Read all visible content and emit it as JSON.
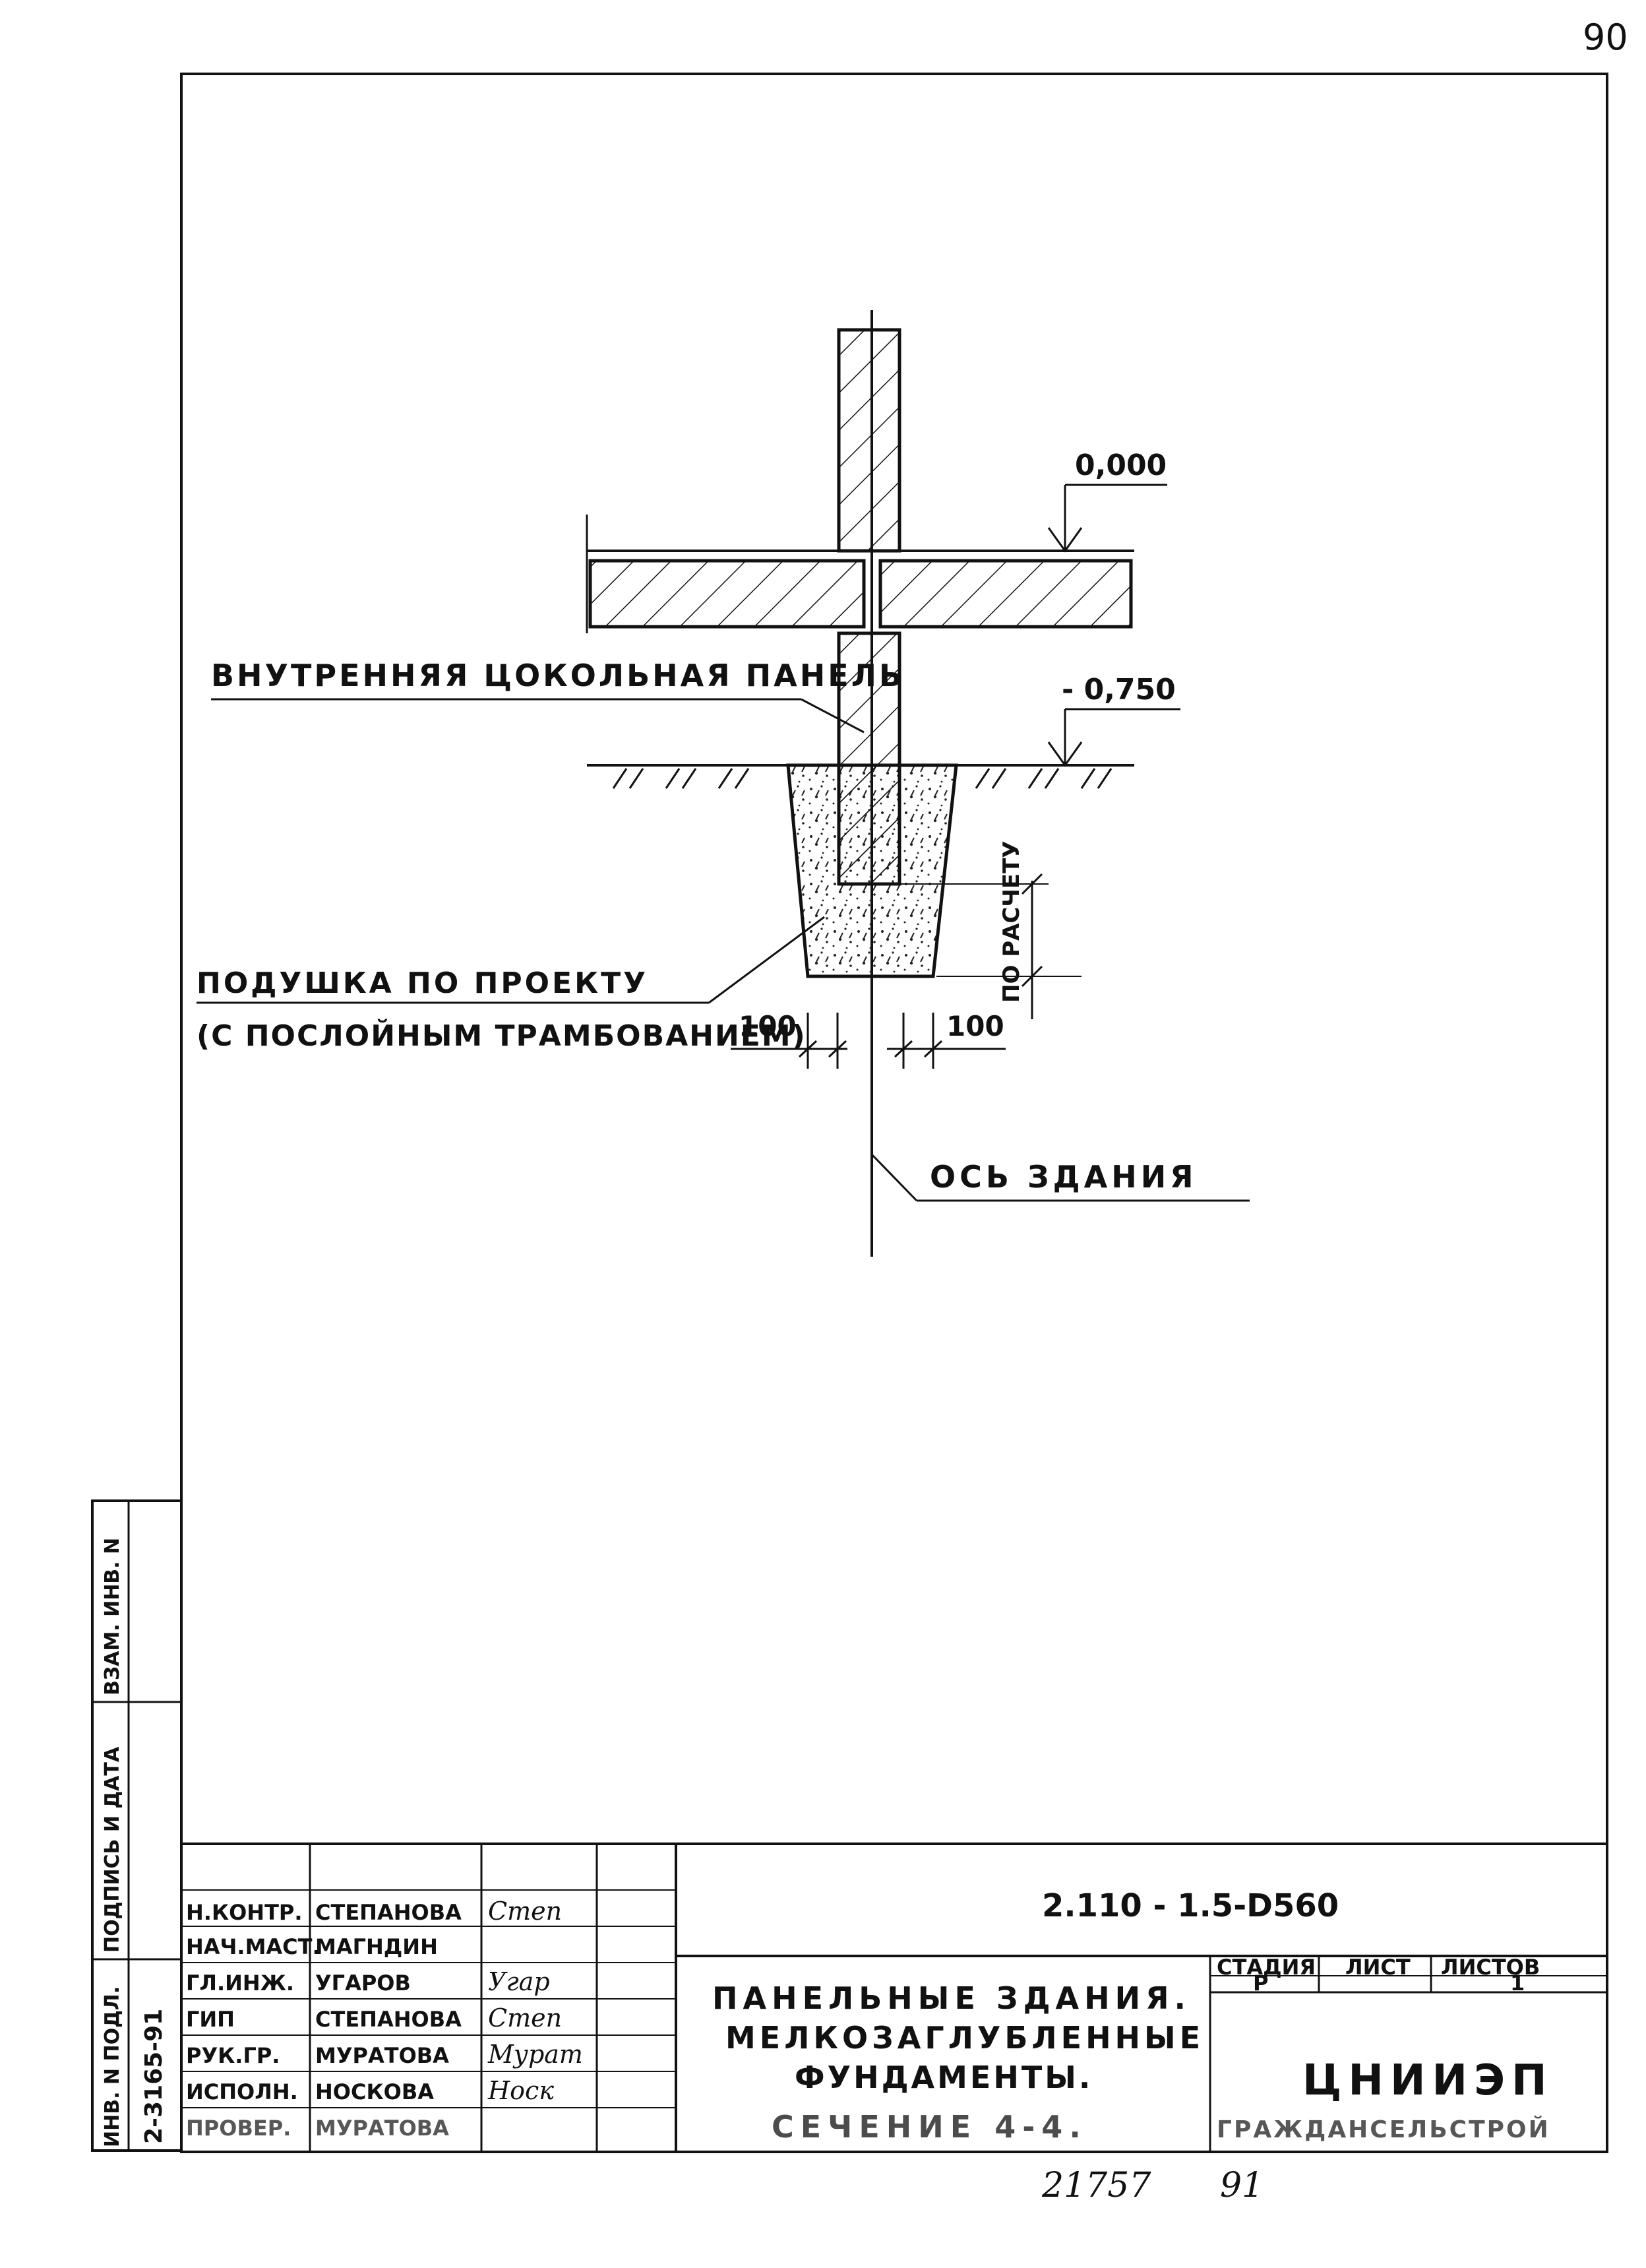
{
  "page_number": "90",
  "drawing": {
    "level_top": "0,000",
    "level_bottom": "- 0,750",
    "panel_label": "ВНУТРЕННЯЯ ЦОКОЛЬНАЯ ПАНЕЛЬ",
    "cushion_label_1": "ПОДУШКА ПО ПРОЕКТУ",
    "cushion_label_2": "(С ПОСЛОЙНЫМ ТРАМБОВАНИЕМ)",
    "dim_left": "100",
    "dim_right": "100",
    "dim_vertical": "ПО РАСЧЕТУ",
    "axis_label": "ОСЬ ЗДАНИЯ"
  },
  "side_stamp": {
    "inv_no_header": "ИНВ. N ПОДЛ.",
    "signature_date_header": "ПОДПИСЬ И ДАТА",
    "replaces_header": "ВЗАМ. ИНВ. N",
    "inv_no_value": "2-3165-91"
  },
  "title_block": {
    "code": "2.110 - 1.5-D560",
    "roles": [
      {
        "role": "Н.КОНТР.",
        "name": "СТЕПАНОВА",
        "signature": "Степ"
      },
      {
        "role": "НАЧ.МАСТ.",
        "name": "МАГНДИН",
        "signature": ""
      },
      {
        "role": "ГЛ.ИНЖ.",
        "name": "УГАРОВ",
        "signature": "Угар"
      },
      {
        "role": "ГИП",
        "name": "СТЕПАНОВА",
        "signature": "Степ"
      },
      {
        "role": "РУК.ГР.",
        "name": "МУРАТОВА",
        "signature": "Мурат"
      },
      {
        "role": "ИСПОЛН.",
        "name": "НОСКОВА",
        "signature": "Носк"
      },
      {
        "role": "ПРОВЕР.",
        "name": "МУРАТОВА",
        "signature": ""
      }
    ],
    "title_lines": [
      "ПАНЕЛЬНЫЕ ЗДАНИЯ.",
      "МЕЛКОЗАГЛУБЛЕННЫЕ",
      "ФУНДАМЕНТЫ.",
      "СЕЧЕНИЕ 4-4."
    ],
    "stage_header": "СТАДИЯ",
    "sheet_header": "ЛИСТ",
    "sheets_header": "ЛИСТОВ",
    "stage_value": "Р",
    "sheets_value": "1",
    "org_name": "ЦНИИЭП",
    "org_sub": "ГРАЖДАНСЕЛЬСТРОЙ"
  },
  "footer": {
    "number": "21757",
    "year": "91"
  }
}
